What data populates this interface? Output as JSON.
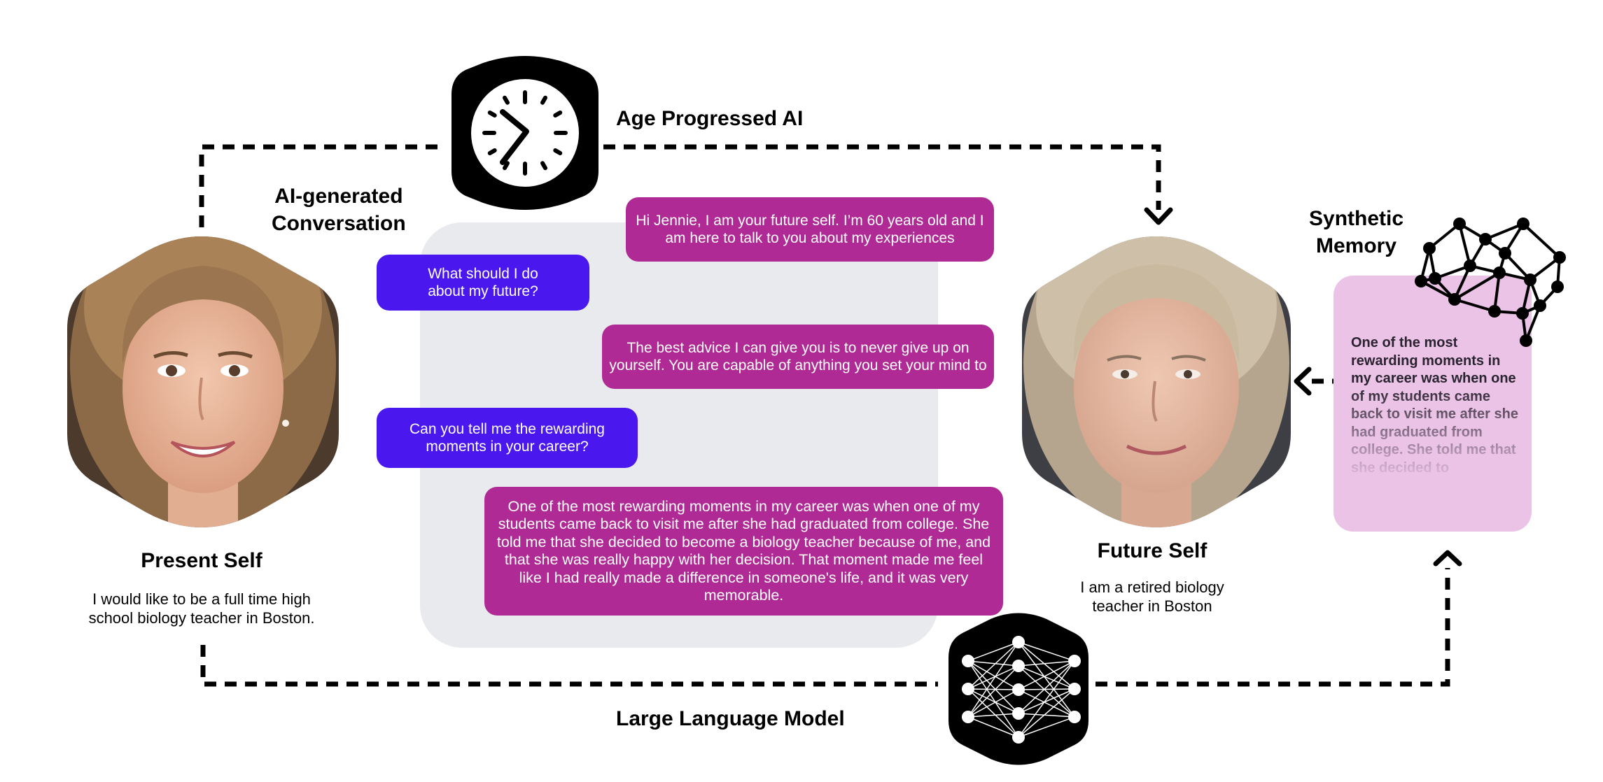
{
  "titles": {
    "age_progressed": "Age Progressed AI",
    "ai_conversation": "AI-generated\nConversation",
    "synthetic_memory": "Synthetic\nMemory",
    "llm": "Large Language Model"
  },
  "present_self": {
    "label": "Present Self",
    "description": "I would like to be a full time high school biology teacher in Boston."
  },
  "future_self": {
    "label": "Future Self",
    "description": "I am a retired biology teacher in Boston"
  },
  "conversation": [
    {
      "role": "ai",
      "text": "Hi Jennie, I am your future self. I’m 60 years old and I am here to talk to you about my experiences"
    },
    {
      "role": "user",
      "text": "What should I do about my future?"
    },
    {
      "role": "ai",
      "text": "The best advice I can give you is to never give up on yourself. You are capable of anything you set your mind to"
    },
    {
      "role": "user",
      "text": "Can you tell me the rewarding moments in your career?"
    },
    {
      "role": "ai",
      "text": "One of the most rewarding moments in my career was when one of my students came back to visit me after she had graduated from college. She told me that she decided to become a biology teacher because of me, and that she was really happy with her decision. That moment made me feel like I had really made a difference in someone's life, and it was very memorable."
    }
  ],
  "memory_text": "One of the most rewarding moments in my career was when one of my students came back to visit me after she had graduated from college. She told me that she decided to",
  "icons": {
    "clock": "clock-icon",
    "brain": "brain-network-icon",
    "neural_net": "neural-network-icon",
    "present_face": "present-self-portrait",
    "future_face": "future-self-portrait"
  },
  "colors": {
    "user_bubble": "#4a17ee",
    "ai_bubble": "#b02a95",
    "panel": "#e9eaee",
    "memory_card": "#ebc3e6"
  }
}
